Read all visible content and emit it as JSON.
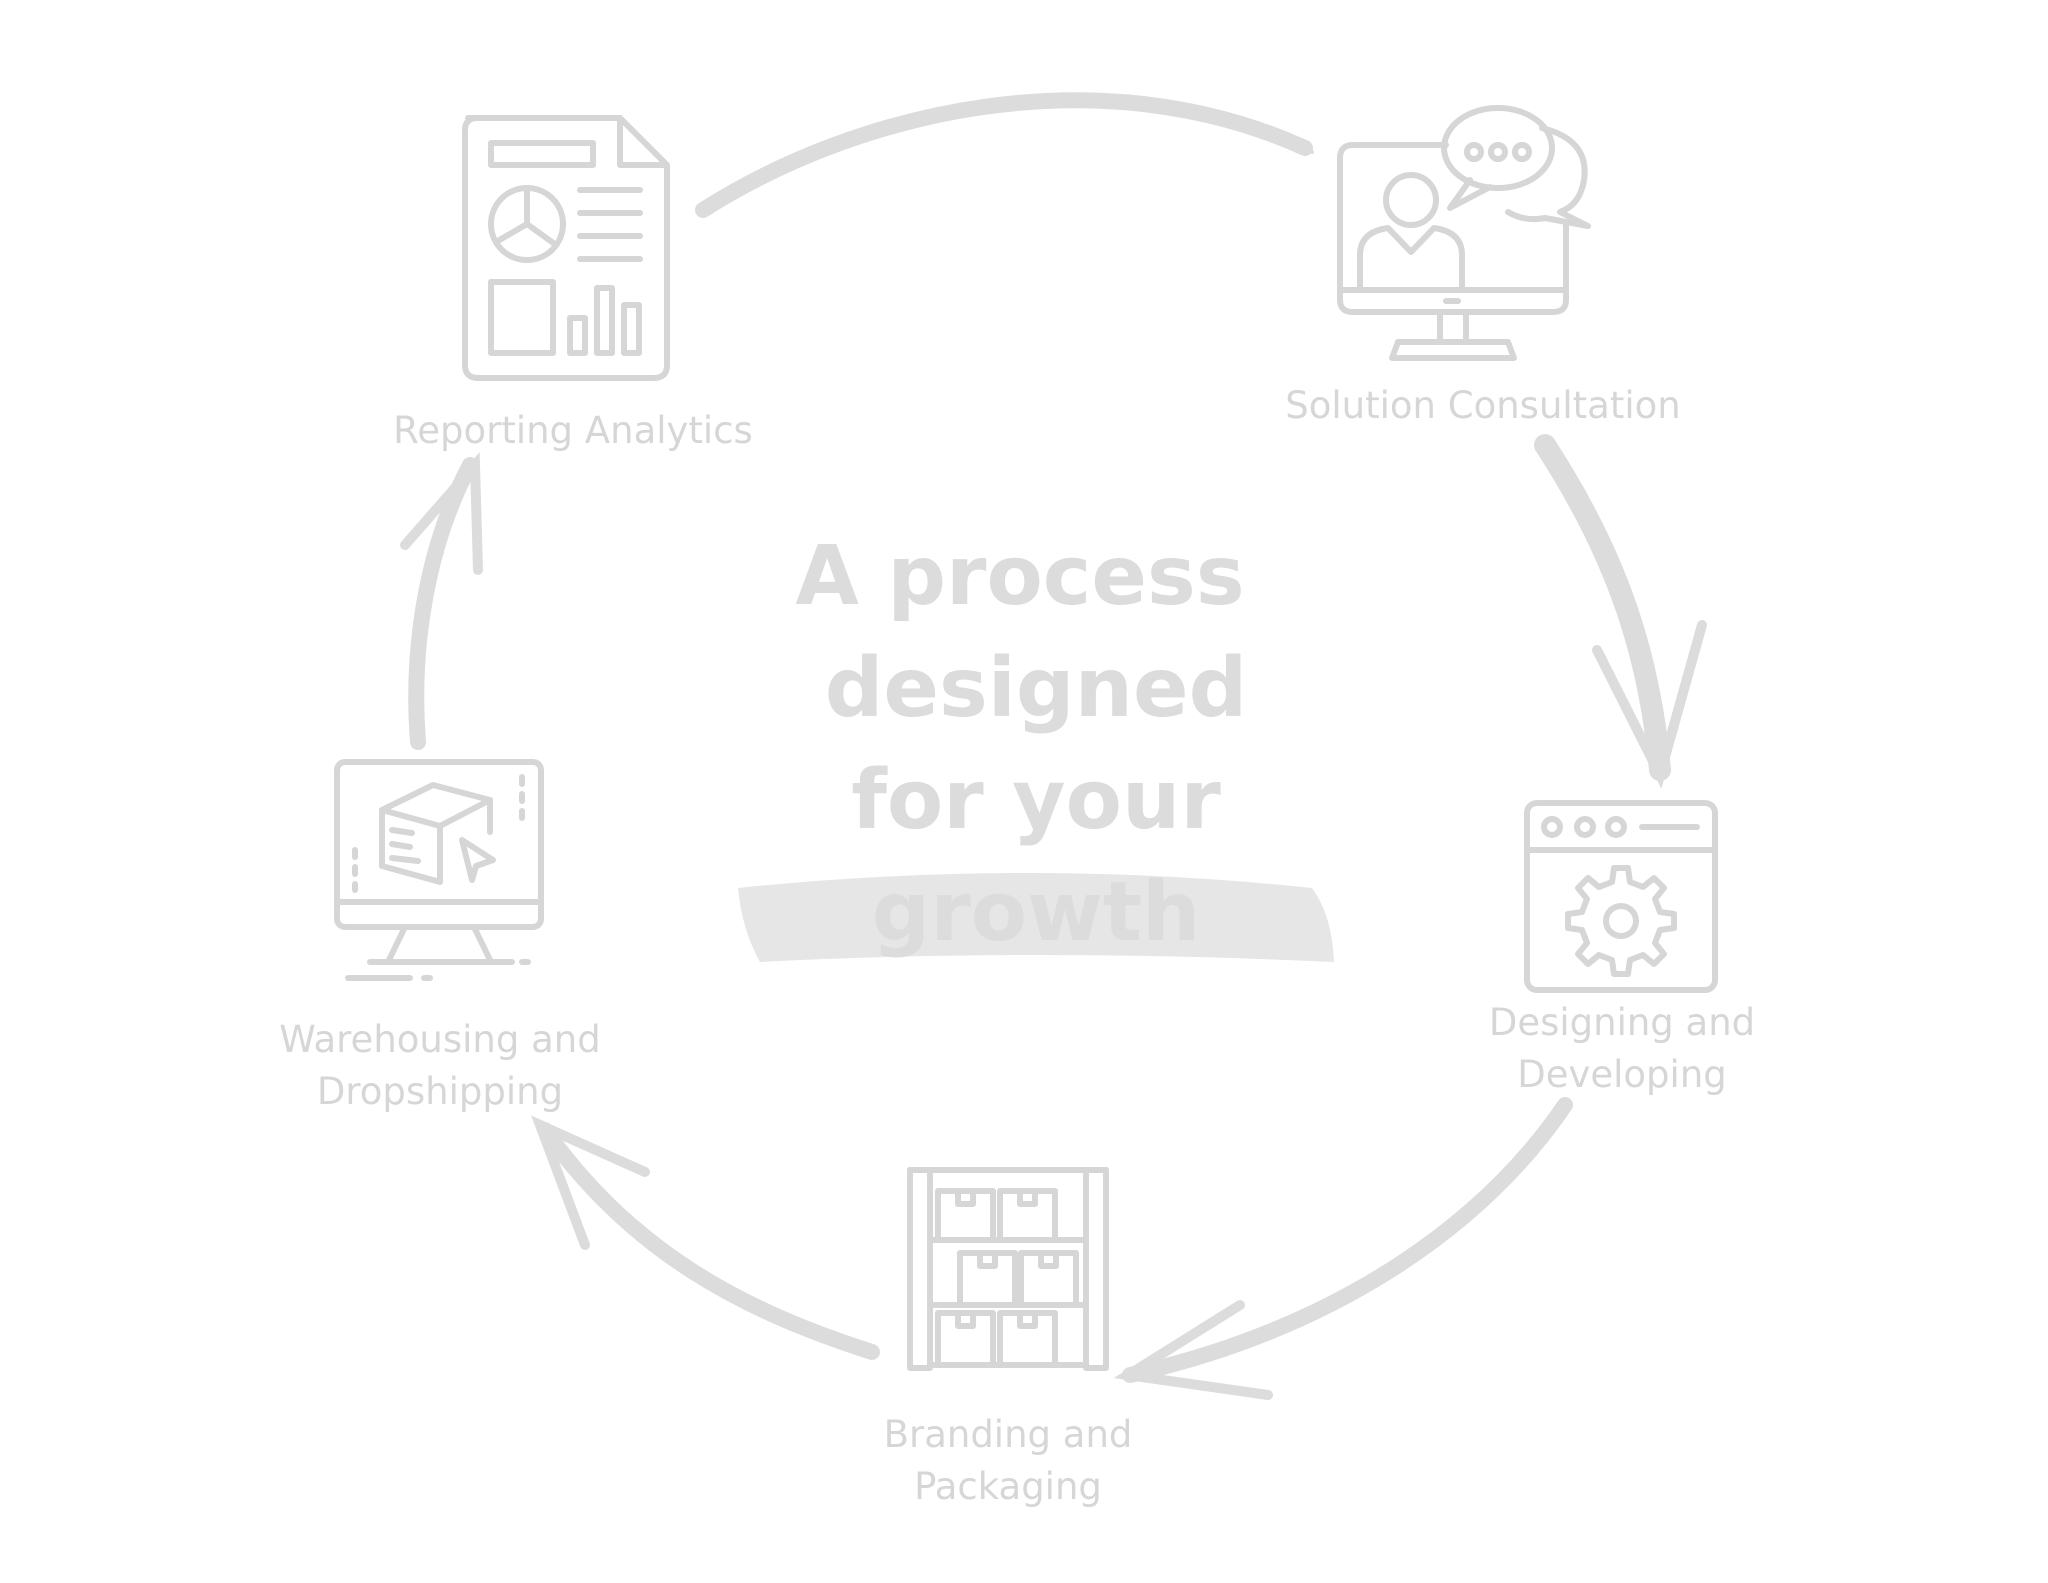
{
  "colors": {
    "background": "#ffffff",
    "icon_line": "#d6d6d6",
    "arrow": "#dcdcdc",
    "headline_text": "#dcdcdc",
    "highlight_band": "#e6e6e6"
  },
  "headline": {
    "line1": "A process",
    "line2": "designed",
    "line3": "for your",
    "line4": "growth"
  },
  "steps": [
    {
      "label_lines": [
        "Solution Consultation"
      ],
      "icon": "video-call-chat-icon"
    },
    {
      "label_lines": [
        "Designing and",
        "Developing"
      ],
      "icon": "browser-gear-icon"
    },
    {
      "label_lines": [
        "Branding and",
        "Packaging"
      ],
      "icon": "warehouse-shelf-icon"
    },
    {
      "label_lines": [
        "Warehousing and",
        "Dropshipping"
      ],
      "icon": "monitor-box-icon"
    },
    {
      "label_lines": [
        "Reporting Analytics"
      ],
      "icon": "report-document-icon"
    }
  ]
}
